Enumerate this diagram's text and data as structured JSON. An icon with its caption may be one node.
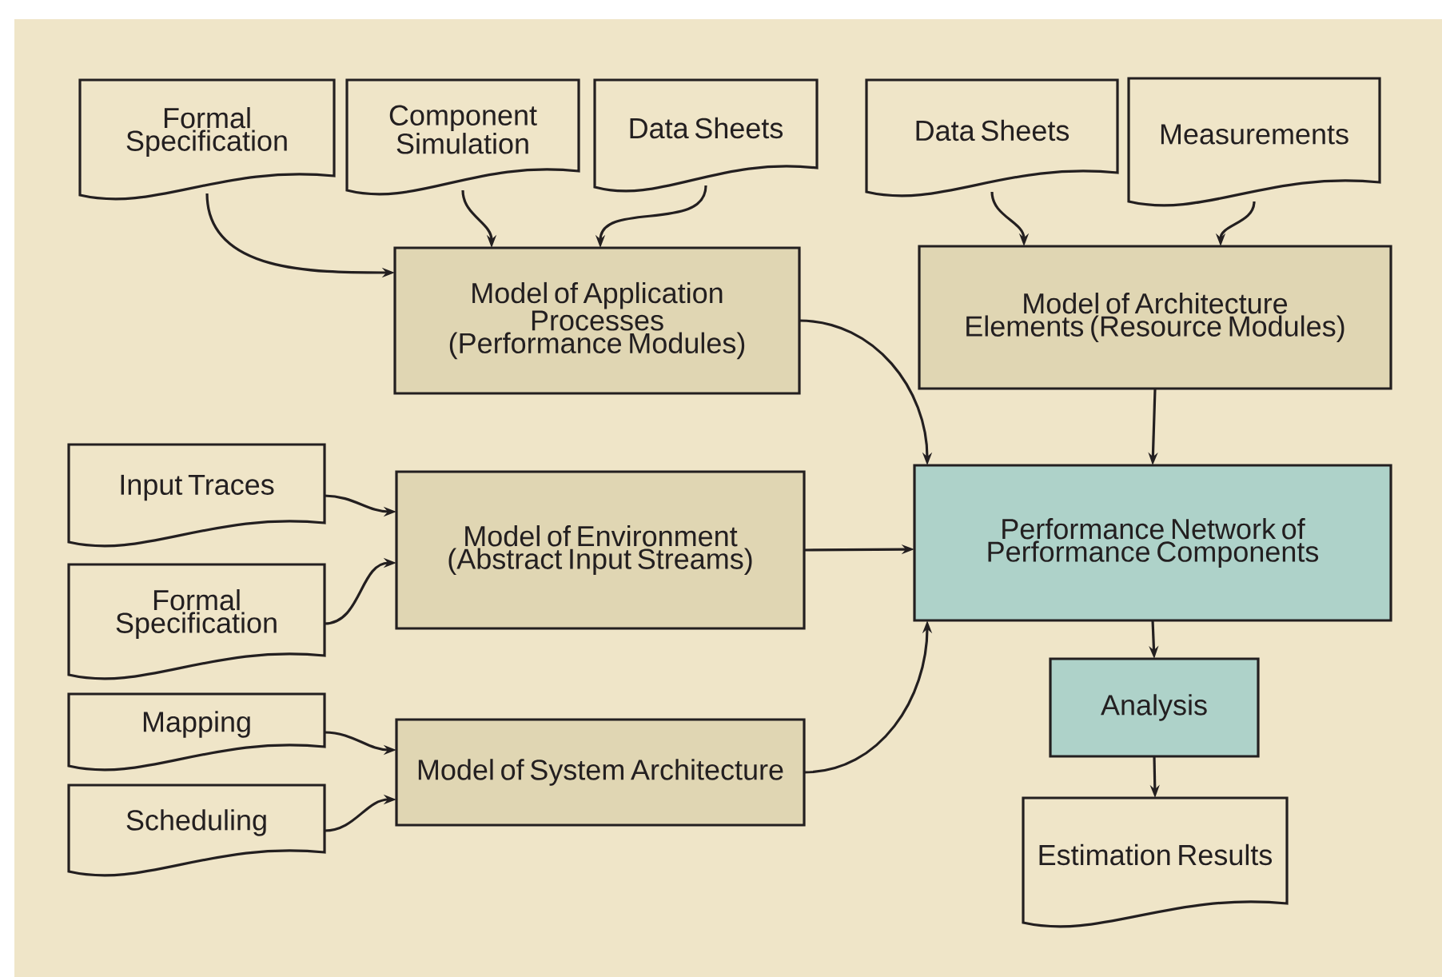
{
  "diagram": {
    "nodes": [
      {
        "text": [
          "Formal Specification"
        ]
      },
      {
        "text": [
          "Component Simulation"
        ]
      },
      {
        "text": [
          "Data Sheets"
        ]
      },
      {
        "text": [
          "Data Sheets"
        ]
      },
      {
        "text": [
          "Measurements"
        ]
      },
      {
        "text": [
          "Model of Application Processes (Performance Modules)"
        ]
      },
      {
        "text": [
          "Model of Architecture Elements (Resource Modules)"
        ]
      },
      {
        "text": [
          "Input Traces"
        ]
      },
      {
        "text": [
          "Formal Specification"
        ]
      },
      {
        "text": [
          "Model of Environment (Abstract Input Streams)"
        ]
      },
      {
        "text": [
          "Performance Network of Performance Components"
        ]
      },
      {
        "text": [
          "Mapping"
        ]
      },
      {
        "text": [
          "Scheduling"
        ]
      },
      {
        "text": [
          "Model of System Architecture"
        ]
      },
      {
        "text": [
          "Analysis"
        ]
      },
      {
        "text": [
          "Estimation Results"
        ]
      }
    ],
    "edges": [
      {
        "from": 0,
        "to": 5,
        "arrow": "to"
      },
      {
        "from": 1,
        "to": 5,
        "arrow": "to"
      },
      {
        "from": 2,
        "to": 5,
        "arrow": "to"
      },
      {
        "from": 3,
        "to": 6,
        "arrow": "to"
      },
      {
        "from": 4,
        "to": 6,
        "arrow": "to"
      },
      {
        "from": 5,
        "to": 10,
        "arrow": "to"
      },
      {
        "from": 6,
        "to": 10,
        "arrow": "to"
      },
      {
        "from": 7,
        "to": 9,
        "arrow": "to"
      },
      {
        "from": 8,
        "to": 9,
        "arrow": "to"
      },
      {
        "from": 9,
        "to": 10,
        "arrow": "to"
      },
      {
        "from": 13,
        "to": 10,
        "arrow": "to"
      },
      {
        "from": 11,
        "to": 13,
        "arrow": "to"
      },
      {
        "from": 12,
        "to": 13,
        "arrow": "to"
      },
      {
        "from": 10,
        "to": 14,
        "arrow": "to"
      },
      {
        "from": 14,
        "to": 15,
        "arrow": "to"
      }
    ]
  }
}
